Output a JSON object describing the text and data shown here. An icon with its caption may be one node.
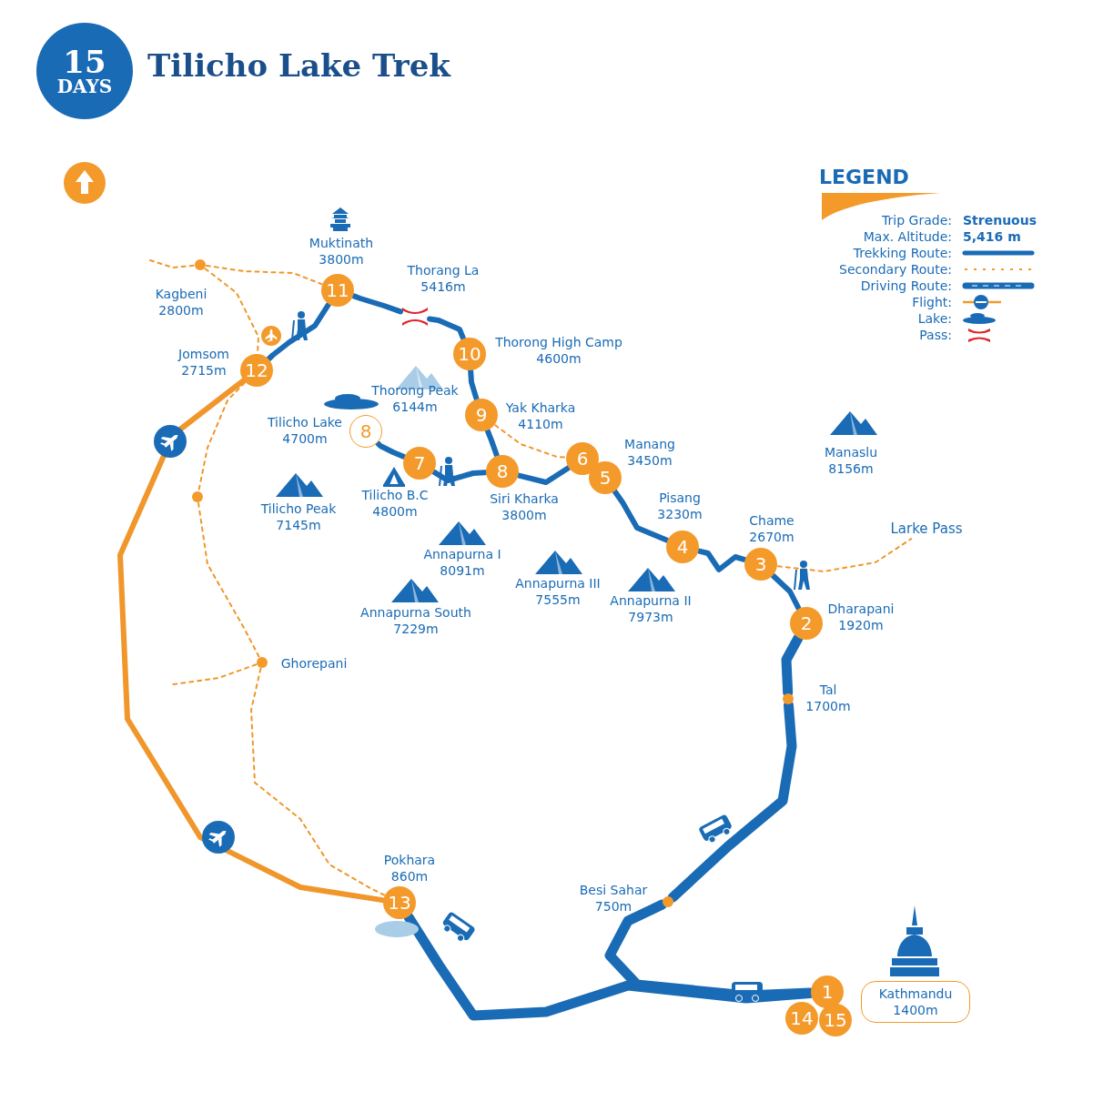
{
  "diagram": {
    "title": "Tilicho Lake Trek",
    "nodes": [
      {
        "text": [
          "15",
          "DAYS"
        ]
      },
      {
        "text": [
          "1"
        ]
      },
      {
        "text": [
          "14"
        ]
      },
      {
        "text": [
          "15"
        ]
      },
      {
        "text": [
          "Kathmandu 1400m"
        ]
      },
      {
        "text": [],
        "shape": "circle",
        "beside": [
          "Besi Sahar 750m"
        ]
      },
      {
        "text": [],
        "shape": "circle",
        "beside": [
          "Tal 1700m"
        ]
      },
      {
        "text": [
          "2"
        ],
        "beside": [
          "Dharapani 1920m"
        ]
      },
      {
        "text": [
          "3"
        ],
        "beside": [
          "Chame 2670m"
        ]
      },
      {
        "text": [
          "4"
        ],
        "beside": [
          "Pisang 3230m"
        ]
      },
      {
        "text": [
          "5"
        ],
        "beside": [
          "Manang 3450m"
        ]
      },
      {
        "text": [
          "6"
        ]
      },
      {
        "text": [
          "8"
        ],
        "beside": [
          "Siri Kharka 3800m"
        ]
      },
      {
        "text": [
          "7"
        ],
        "beside": [
          "Tilicho B.C 4800m"
        ]
      },
      {
        "text": [
          "8"
        ],
        "beside": [
          "Tilicho Lake 4700m"
        ]
      },
      {
        "text": [
          "9"
        ],
        "beside": [
          "Yak Kharka 4110m"
        ]
      },
      {
        "text": [
          "10"
        ],
        "beside": [
          "Thorong High Camp 4600m"
        ]
      },
      {
        "text": [],
        "shape": "picture",
        "beside": [
          "Thorang La 5416m"
        ]
      },
      {
        "text": [
          "11"
        ],
        "beside": [
          "Muktinath 3800m"
        ]
      },
      {
        "text": [
          "12"
        ],
        "beside": [
          "Jomsom 2715m"
        ]
      },
      {
        "text": [
          "13"
        ],
        "beside": [
          "Pokhara 860m"
        ]
      },
      {
        "text": [],
        "shape": "circle",
        "beside": [
          "Kagbeni 2800m"
        ]
      },
      {
        "text": [],
        "shape": "circle",
        "beside": [
          "Ghorepani"
        ]
      },
      {
        "text": [
          "Larke Pass"
        ]
      },
      {
        "text": [],
        "shape": "circle"
      }
    ],
    "edges": [
      {
        "from": 1,
        "to": 5,
        "arrow": "none",
        "style": "thick"
      },
      {
        "from": 1,
        "to": 20,
        "arrow": "none",
        "style": "thick"
      },
      {
        "from": 5,
        "to": 6,
        "arrow": "none",
        "style": "thick"
      },
      {
        "from": 6,
        "to": 7,
        "arrow": "none",
        "style": "thick"
      },
      {
        "from": 7,
        "to": 8,
        "arrow": "none"
      },
      {
        "from": 8,
        "to": 9,
        "arrow": "none"
      },
      {
        "from": 9,
        "to": 10,
        "arrow": "none"
      },
      {
        "from": 11,
        "to": 12,
        "arrow": "none"
      },
      {
        "from": 12,
        "to": 15,
        "arrow": "none"
      },
      {
        "from": 12,
        "to": 13,
        "arrow": "none"
      },
      {
        "from": 13,
        "to": 14,
        "arrow": "none"
      },
      {
        "from": 15,
        "to": 16,
        "arrow": "none"
      },
      {
        "from": 16,
        "to": 17,
        "arrow": "none"
      },
      {
        "from": 17,
        "to": 18,
        "arrow": "none"
      },
      {
        "from": 18,
        "to": 19,
        "arrow": "none"
      },
      {
        "from": 15,
        "to": 11,
        "arrow": "none",
        "style": "dashed",
        "color": "#f0962a"
      },
      {
        "from": 8,
        "to": 23,
        "arrow": "none",
        "style": "dashed",
        "color": "#f0962a"
      },
      {
        "from": 19,
        "to": 20,
        "arrow": "none",
        "color": "#f0962a"
      },
      {
        "from": null,
        "to": 21,
        "arrow": "none",
        "style": "dashed",
        "color": "#f0962a"
      },
      {
        "from": 21,
        "to": 18,
        "arrow": "none",
        "style": "dashed",
        "color": "#f0962a"
      },
      {
        "from": 21,
        "to": 19,
        "arrow": "none",
        "style": "dashed",
        "color": "#f0962a"
      },
      {
        "from": 19,
        "to": 24,
        "arrow": "none",
        "style": "dashed",
        "color": "#f0962a"
      },
      {
        "from": 24,
        "to": 22,
        "arrow": "none",
        "style": "dashed",
        "color": "#f0962a"
      },
      {
        "from": 22,
        "to": 20,
        "arrow": "none",
        "style": "dashed",
        "color": "#f0962a"
      },
      {
        "from": 22,
        "to": null,
        "arrow": "none",
        "style": "dashed",
        "color": "#f0962a"
      }
    ],
    "labels": [
      "LEGEND",
      "Trip Grade:",
      "Strenuous",
      "Max. Altitude:",
      "5,416 m",
      "Thorong Peak 6144m",
      "Manaslu 8156m",
      "Tilicho Peak 7145m",
      "Annapurna I 8091m",
      "Annapurna III 7555m",
      "Annapurna II 7973m",
      "Annapurna South 7229m"
    ],
    "legend": [
      {
        "text": "Trekking Route:"
      },
      {
        "text": "Secondary Route:"
      },
      {
        "text": "Driving Route:"
      },
      {
        "text": "Flight:"
      },
      {
        "text": "Lake:"
      },
      {
        "text": "Pass:"
      }
    ]
  }
}
